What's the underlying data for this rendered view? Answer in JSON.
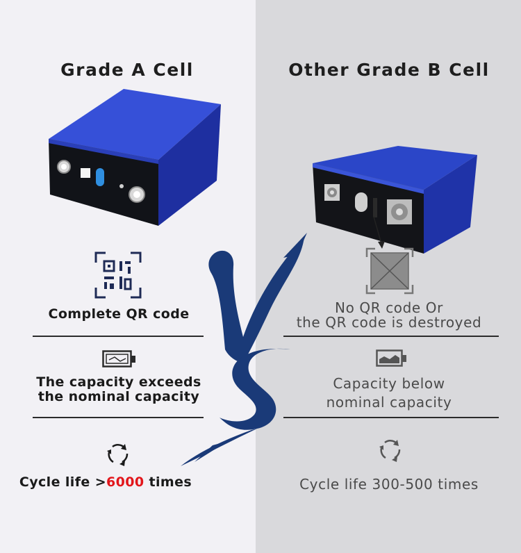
{
  "left": {
    "title": "Grade A Cell",
    "qr_text": "Complete QR code",
    "capacity_line1": "The capacity exceeds",
    "capacity_line2": "the nominal capacity",
    "cycle_prefix": "Cycle life >",
    "cycle_value": "6000",
    "cycle_suffix": " times"
  },
  "right": {
    "title": "Other Grade B Cell",
    "qr_line1": "No QR code Or",
    "qr_line2": "the QR code is destroyed",
    "capacity_line1": "Capacity below",
    "capacity_line2": "nominal capacity",
    "cycle_text": "Cycle life 300-500 times"
  },
  "colors": {
    "left_bg": "#f2f1f5",
    "right_bg": "#d9d9dc",
    "vs_blue": "#1a3a78",
    "highlight_red": "#e2161b",
    "cell_blue": "#2b46c8"
  },
  "icons": [
    "qr-code-icon",
    "battery-full-icon",
    "recycle-icon",
    "crossed-box-icon",
    "battery-low-icon"
  ]
}
